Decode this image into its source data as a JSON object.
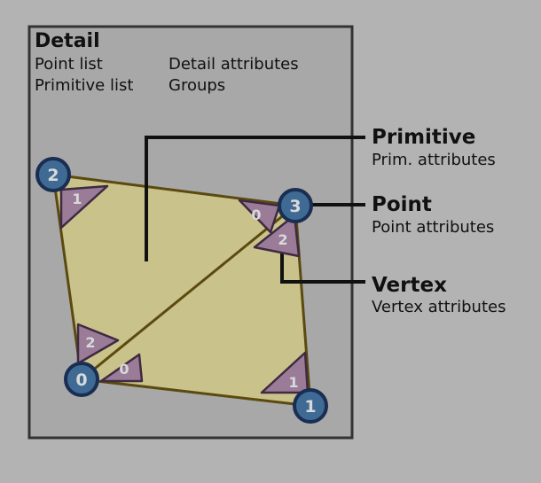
{
  "detail": {
    "title": "Detail",
    "lines": [
      "Point list",
      "Primitive list",
      "Detail attributes",
      "Groups"
    ]
  },
  "callouts": {
    "primitive": {
      "title": "Primitive",
      "sub": "Prim. attributes"
    },
    "point": {
      "title": "Point",
      "sub": "Point attributes"
    },
    "vertex": {
      "title": "Vertex",
      "sub": "Vertex attributes"
    }
  },
  "points": [
    "0",
    "1",
    "2",
    "3"
  ],
  "vertices": [
    "0",
    "1",
    "2",
    "0",
    "1",
    "2"
  ],
  "colors": {
    "background": "#b3b3b3",
    "panel": "#a8a8a8",
    "panel_border": "#333333",
    "primitive_fill": "#c9c28a",
    "primitive_edge": "#5a4a10",
    "point_fill": "#3f6a94",
    "point_ring": "#1a2d52",
    "vertex_fill": "#9a7c98",
    "vertex_edge": "#3f2a40",
    "label_text": "#d9d9d9"
  }
}
